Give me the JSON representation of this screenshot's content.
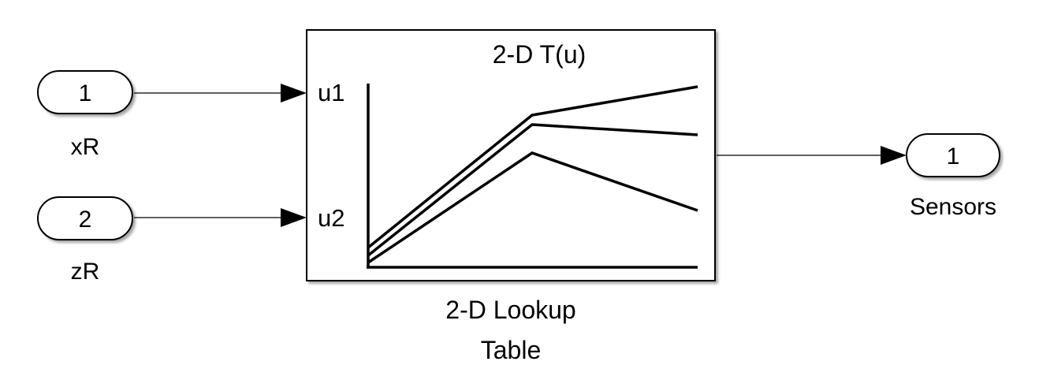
{
  "inports": [
    {
      "number": "1",
      "label": "xR"
    },
    {
      "number": "2",
      "label": "zR"
    }
  ],
  "outport": {
    "number": "1",
    "label": "Sensors"
  },
  "lookup_block": {
    "title": "2-D T(u)",
    "input_labels": [
      "u1",
      "u2"
    ],
    "label_line1": "2-D Lookup",
    "label_line2": "Table"
  },
  "colors": {
    "stroke": "#000000",
    "background": "#ffffff"
  }
}
